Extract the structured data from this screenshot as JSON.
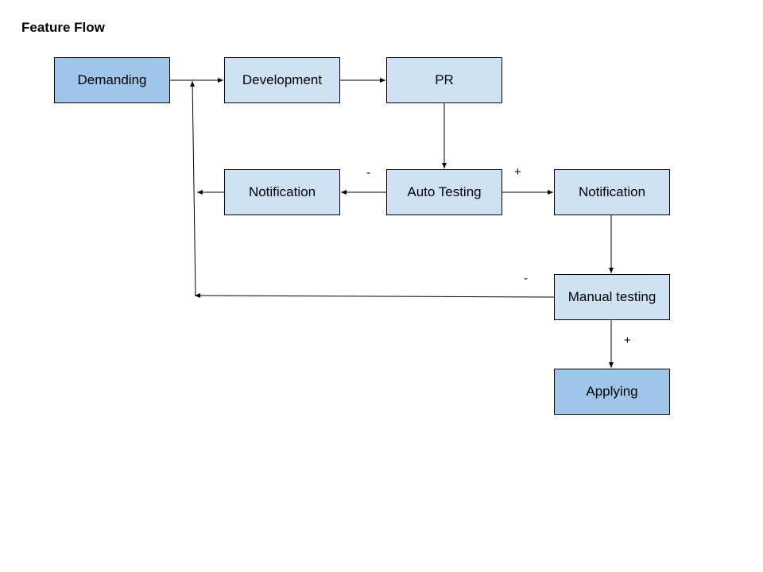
{
  "title": "Feature Flow",
  "colors": {
    "primary_node": "#9fc5e8",
    "secondary_node": "#cfe2f3",
    "stroke": "#000000"
  },
  "nodes": {
    "demanding": "Demanding",
    "development": "Development",
    "pr": "PR",
    "notification_left": "Notification",
    "auto_testing": "Auto Testing",
    "notification_right": "Notification",
    "manual_testing": "Manual testing",
    "applying": "Applying"
  },
  "edge_labels": {
    "auto_fail": "-",
    "auto_pass": "+",
    "manual_fail": "-",
    "manual_pass": "+"
  }
}
